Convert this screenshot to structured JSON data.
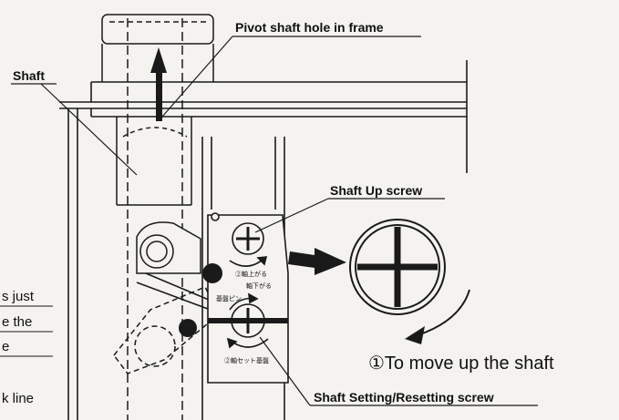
{
  "labels": {
    "pivot_hole": "Pivot shaft hole in frame",
    "shaft": "Shaft",
    "shaft_up_screw": "Shaft Up screw",
    "setting_screw": "Shaft Setting/Resetting screw",
    "caption": "①To move up the shaft"
  },
  "left_edge_text": [
    "s just",
    "e the",
    "e",
    "k line"
  ],
  "japanese_marks": {
    "up": "②軸上がる",
    "down": "軸下がる",
    "pin": "基盤ピン",
    "reset": "②軸セット基盤"
  },
  "colors": {
    "ink": "#1a1a1a",
    "paper": "#f4f3ef"
  }
}
